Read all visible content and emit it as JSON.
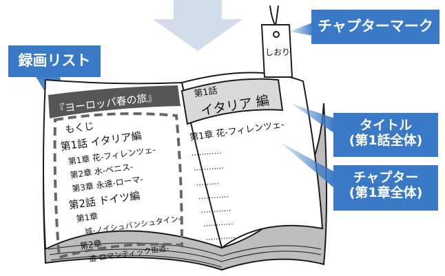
{
  "labels": {
    "chapter_mark": "チャプターマーク",
    "recording_list": "録画リスト",
    "title_line1": "タイトル",
    "title_line2": "(第1話全体)",
    "chapter_line1": "チャプター",
    "chapter_line2": "(第1章全体)"
  },
  "bookmark_text": "しおり",
  "left_page": {
    "header": "『ヨーロッパ春の旅』",
    "toc_heading": "もくじ",
    "toc_lines": [
      "第1話 イタリア編",
      "第1章 花-フィレンツェ-",
      "第2章 水-ベニス-",
      "第3章 永遠-ローマ-",
      "第2話 ドイツ編",
      "第1章",
      "城-ノイシュバンシュタイン-",
      "第2章",
      "道-ロマンティック街道-"
    ]
  },
  "right_page": {
    "title_small": "第1話",
    "title_large": "イタリア 編",
    "chapter_heading": "第1章 花-フィレンツェ-",
    "dotted_lines": [
      "…………",
      "…………",
      "………",
      "…………",
      "…………",
      "…………",
      "…………"
    ]
  },
  "colors": {
    "label_blue": "#3a79c6",
    "arrow_gray_blue": "#d3dceb",
    "header_band": "#565656",
    "title_box": "#d9d9d9",
    "outline": "#1a1a1a"
  }
}
